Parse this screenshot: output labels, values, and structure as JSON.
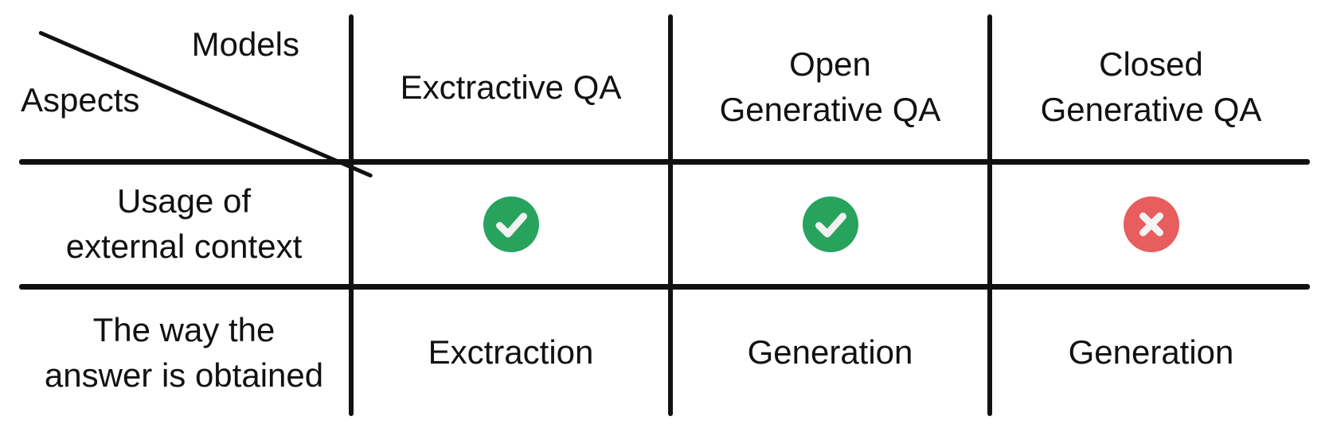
{
  "colors": {
    "check_green": "#27a35d",
    "cross_red": "#e85d5d",
    "ink": "#111111"
  },
  "table": {
    "corner": {
      "models_label": "Models",
      "aspects_label": "Aspects"
    },
    "column_headers": [
      "Exctractive QA",
      "Open\nGenerative QA",
      "Closed\nGenerative QA"
    ],
    "rows": [
      {
        "label": "Usage of\nexternal context",
        "cells": [
          {
            "icon": "check"
          },
          {
            "icon": "check"
          },
          {
            "icon": "cross"
          }
        ]
      },
      {
        "label": "The way the\nanswer is obtained",
        "cells": [
          {
            "text": "Exctraction"
          },
          {
            "text": "Generation"
          },
          {
            "text": "Generation"
          }
        ]
      }
    ]
  }
}
